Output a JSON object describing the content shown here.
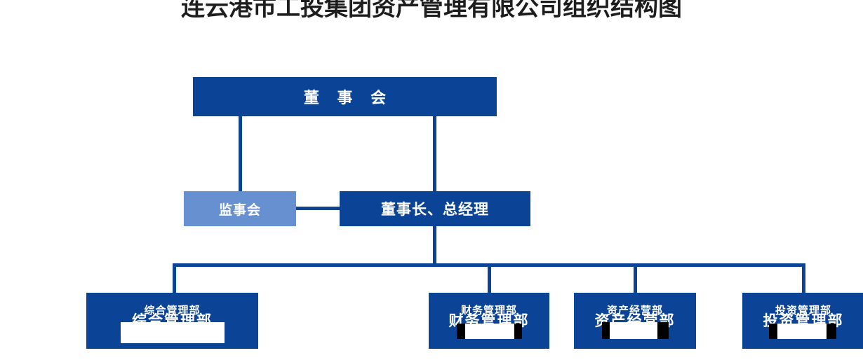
{
  "title": "连云港市工投集团资产管理有限公司组织结构图",
  "colors": {
    "primary": "#0B4396",
    "secondary": "#6690CF",
    "title_text": "#1d1d1d",
    "node_text": "#ffffff",
    "background": "#ffffff"
  },
  "nodes": {
    "board": {
      "label": "董 事 会"
    },
    "supervisors": {
      "label": "监事会"
    },
    "chairman": {
      "label": "董事长、总经理"
    }
  },
  "departments": [
    {
      "label": "综合管理部",
      "label_overlay": "综合管理部"
    },
    {
      "label": "财务管理部",
      "label_overlay": "财务管理部"
    },
    {
      "label": "资产经营部",
      "label_overlay": "资产经营部"
    },
    {
      "label": "投资管理部",
      "label_overlay": "投资管理部"
    }
  ]
}
